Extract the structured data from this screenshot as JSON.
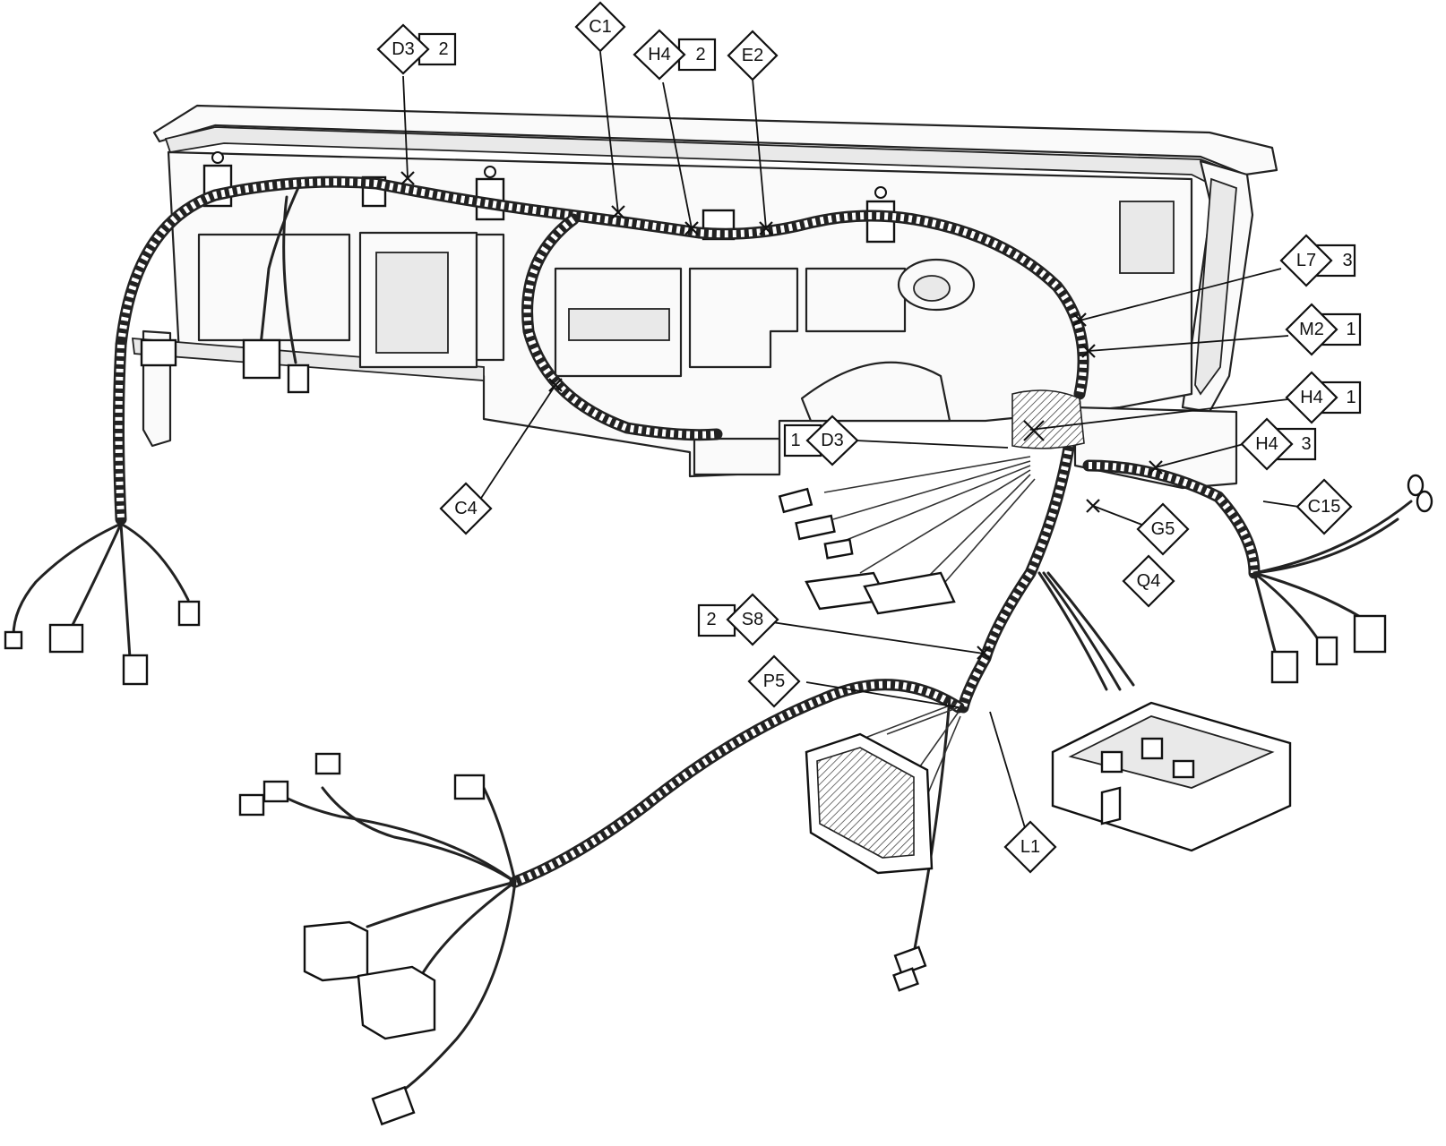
{
  "diagram": {
    "callouts": [
      {
        "id": "d3-top",
        "code": "D3",
        "number": "2"
      },
      {
        "id": "c1",
        "code": "C1",
        "number": ""
      },
      {
        "id": "h4-top",
        "code": "H4",
        "number": "2"
      },
      {
        "id": "e2",
        "code": "E2",
        "number": ""
      },
      {
        "id": "l7",
        "code": "L7",
        "number": "3"
      },
      {
        "id": "m2",
        "code": "M2",
        "number": "1"
      },
      {
        "id": "h4-mid",
        "code": "H4",
        "number": "1"
      },
      {
        "id": "d3-mid",
        "code": "D3",
        "number": "1"
      },
      {
        "id": "h4-low",
        "code": "H4",
        "number": "3"
      },
      {
        "id": "c15",
        "code": "C15",
        "number": ""
      },
      {
        "id": "c4",
        "code": "C4",
        "number": ""
      },
      {
        "id": "g5",
        "code": "G5",
        "number": ""
      },
      {
        "id": "q4",
        "code": "Q4",
        "number": ""
      },
      {
        "id": "s8",
        "code": "S8",
        "number": "2"
      },
      {
        "id": "p5",
        "code": "P5",
        "number": ""
      },
      {
        "id": "l1",
        "code": "L1",
        "number": ""
      }
    ]
  }
}
